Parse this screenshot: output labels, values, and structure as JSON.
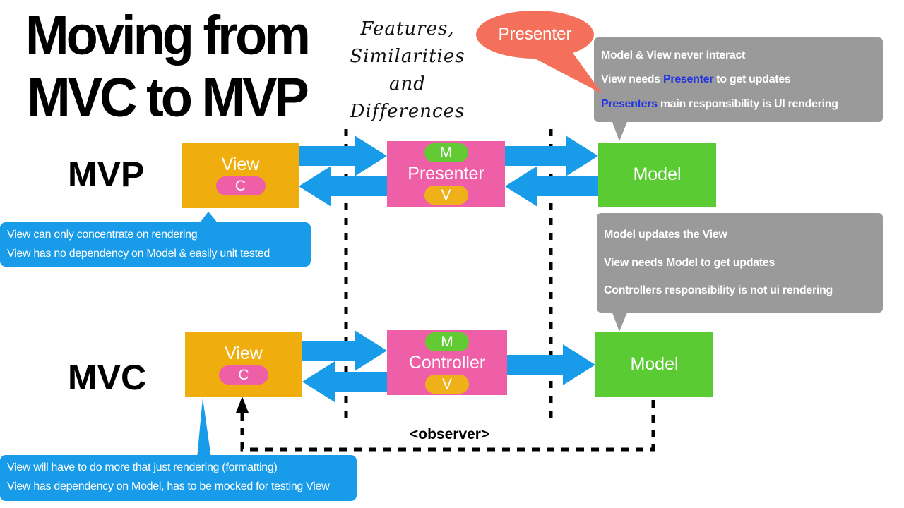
{
  "title": {
    "line1": "Moving from",
    "line2": "MVC to MVP"
  },
  "subtitle": {
    "lines": [
      "Features,",
      "Similarities",
      "and",
      "Differences"
    ]
  },
  "bubble": {
    "label": "Presenter"
  },
  "notes": {
    "mvp": {
      "lines": [
        [
          {
            "text": "Model & View never interact"
          }
        ],
        [
          {
            "text": "View needs "
          },
          {
            "text": "Presenter",
            "color": "#2033E0"
          },
          {
            "text": " to get updates"
          }
        ],
        [
          {
            "text": "Presenters",
            "color": "#2033E0"
          },
          {
            "text": " main responsibility is UI rendering"
          }
        ]
      ]
    },
    "mvc": {
      "lines": [
        [
          {
            "text": "Model updates the View"
          }
        ],
        [
          {
            "text": "View needs Model to get updates"
          }
        ],
        [
          {
            "text": "Controllers responsibility is not ui rendering"
          }
        ]
      ]
    }
  },
  "rows": {
    "mvp": {
      "label": "MVP",
      "view": {
        "label": "View",
        "badge": "C"
      },
      "middle": {
        "top_badge": "M",
        "label": "Presenter",
        "bottom_badge": "V"
      },
      "model": {
        "label": "Model"
      }
    },
    "mvc": {
      "label": "MVC",
      "view": {
        "label": "View",
        "badge": "C"
      },
      "middle": {
        "top_badge": "M",
        "label": "Controller",
        "bottom_badge": "V"
      },
      "model": {
        "label": "Model"
      }
    }
  },
  "callouts": {
    "mvp": {
      "lines": [
        "View can only concentrate on rendering",
        "View has no dependency on Model & easily unit tested"
      ]
    },
    "mvc": {
      "lines": [
        "View will have to do more that just rendering (formatting)",
        "View has dependency on Model, has to be mocked for testing View"
      ]
    }
  },
  "observer": {
    "label": "<observer>"
  },
  "colors": {
    "arrow_blue": "#189BE8",
    "callout_blue": "#189BE8",
    "box_orange": "#F0AE0E",
    "box_pink": "#EE5FA7",
    "box_green": "#5BCB34",
    "pill_green": "#62CB34",
    "pill_orange": "#F0B019",
    "note_gray": "#9A9A9A",
    "bubble_salmon": "#F4705B",
    "highlight_blue_text": "#2033E0",
    "dashed_black": "#000000"
  }
}
